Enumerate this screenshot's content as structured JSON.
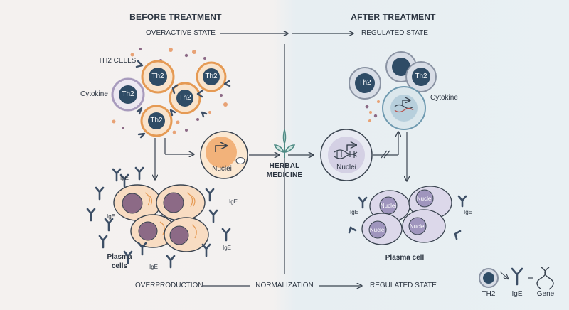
{
  "header": {
    "before": "BEFORE TREATMENT",
    "after": "AFTER TREATMENT"
  },
  "states": {
    "overactive": "OVERACTIVE STATE",
    "regulated_top": "REGULATED STATE"
  },
  "left": {
    "th2_cells_label": "TH2 CELLS",
    "cytokine_label": "Cytokine",
    "th2_text": "Th2",
    "nuclei_label": "Nuclei",
    "ige_text": "IgE",
    "plasma_label_line1": "Plasma",
    "plasma_label_line2": "cells"
  },
  "center": {
    "medicine_line1": "HERBAL",
    "medicine_line2": "MEDICINE"
  },
  "right": {
    "th2_text": "Th2",
    "cytokine_label": "Cytokine",
    "nuclei_label": "Nuclei",
    "ige_text": "IgE",
    "plasma_label": "Plasma cell"
  },
  "bottom": {
    "overproduction": "OVERPRODUCTION",
    "normalization": "NORMALIZATION",
    "regulated": "REGULATED STATE"
  },
  "legend": {
    "th2": "TH2",
    "ige": "IgE",
    "gene": "Gene"
  },
  "colors": {
    "orange": "#e59a54",
    "navy": "#2f4c66",
    "purple": "#8c6a86",
    "lavender": "#d9d6e8",
    "teal": "#4e8a84",
    "ink": "#2b3440"
  },
  "icons": [
    "arrow-right-icon",
    "th2-cell-icon",
    "antibody-icon",
    "dna-icon",
    "leaf-sprout-icon",
    "nucleus-icon",
    "promoter-arrow-icon",
    "plasma-cell-icon"
  ]
}
